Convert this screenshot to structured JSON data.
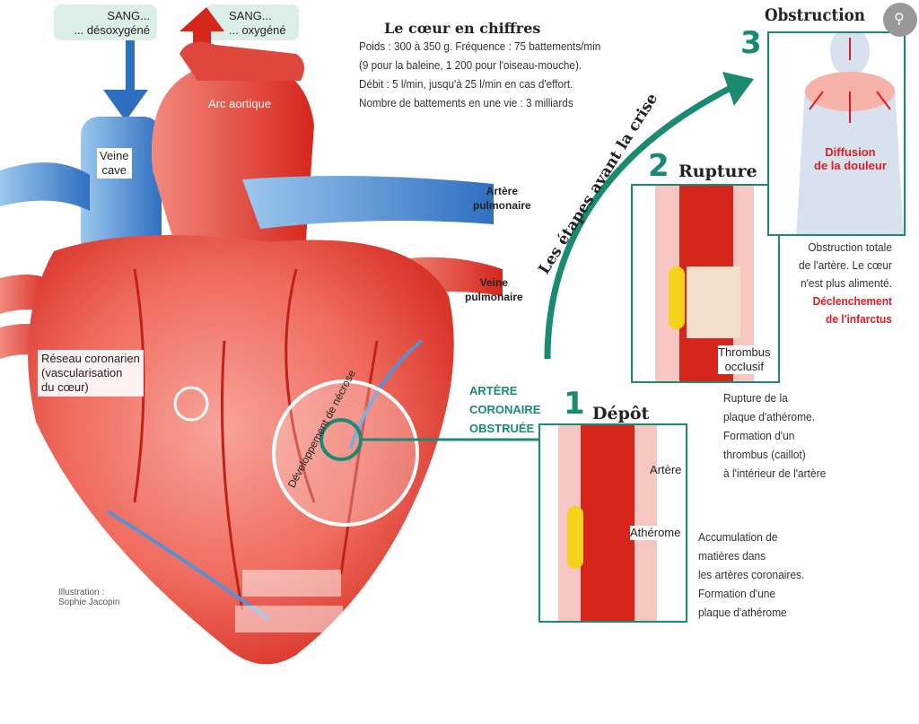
{
  "blood": {
    "deoxy_1": "SANG...",
    "deoxy_2": "... désoxygéné",
    "oxy_1": "SANG...",
    "oxy_2": "... oxygéné"
  },
  "labels": {
    "veine_cave": [
      "Veine",
      "cave"
    ],
    "arc": "Arc aortique",
    "artere_pulm": [
      "Artère",
      "pulmonaire"
    ],
    "veine_pulm": [
      "Veine",
      "pulmonaire"
    ],
    "reseau": [
      "Réseau coronarien",
      "(vascularisation",
      "du cœur)"
    ],
    "necrose": "Développement de nécrose",
    "obstruee": [
      "ARTÈRE",
      "CORONAIRE",
      "OBSTRUÉE"
    ],
    "credit": [
      "Illustration :",
      "Sophie Jacopin"
    ]
  },
  "facts": {
    "title": "Le cœur en chiffres",
    "lines": [
      "Poids : 300 à 350 g.  Fréquence : 75 battements/min",
      "(9 pour la baleine, 1 200 pour l'oiseau-mouche).",
      "Débit : 5 l/min, jusqu'à 25 l/min en cas d'effort.",
      "Nombre de battements en une vie : 3 milliards"
    ]
  },
  "arc_title": "Les étapes avant la crise",
  "steps": [
    {
      "num": "1",
      "title": "Dépôt",
      "tags": [
        "Artère",
        "Athérome"
      ],
      "desc": [
        "Accumulation de",
        "matières dans",
        "les artères coronaires.",
        "Formation d'une",
        "plaque d'athérome"
      ]
    },
    {
      "num": "2",
      "title": "Rupture",
      "tags": [
        "Thrombus",
        "occlusif"
      ],
      "desc": [
        "Rupture de la",
        "plaque d'athérome.",
        "Formation d'un",
        "thrombus (caillot)",
        "à l'intérieur de l'artère"
      ]
    },
    {
      "num": "3",
      "title": "Obstruction",
      "tags": [
        "Diffusion",
        "de la douleur"
      ],
      "desc": [
        "Obstruction totale",
        "de l'artère. Le cœur",
        "n'est plus alimenté."
      ],
      "alert": [
        "Déclenchement",
        "de l'infarctus"
      ]
    }
  ],
  "colors": {
    "teal": "#1a8a73",
    "red": "#e11b22",
    "blue": "#2f6fc0"
  }
}
